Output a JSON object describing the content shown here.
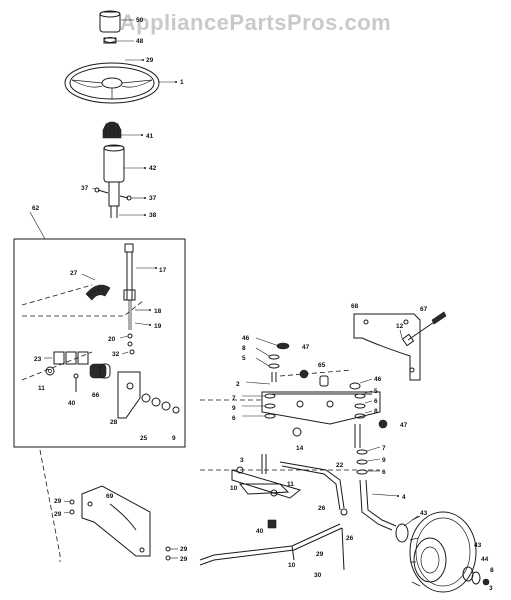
{
  "watermark": "AppliancePartsPros.com",
  "callouts": {
    "c_steering_cap": "50",
    "c_steering_cap_nut": "48",
    "c_wheel_nut": "29",
    "c_steering_wheel": "1",
    "c_gear_top": "41",
    "c_shaft_tube": "42",
    "c_bolt_left": "37",
    "c_bolt_right": "37",
    "c_lower_pin": "38",
    "c_box_assembly": "62",
    "c_shaft_17": "17",
    "c_gear_27": "27",
    "c_pin_18": "18",
    "c_pin_19": "19",
    "c_pin_20": "20",
    "c_pin_32": "32",
    "c_bushing_23": "23",
    "c_washer_11": "11",
    "c_bolt_40": "40",
    "c_collar_66": "66",
    "c_bracket_28": "28",
    "c_washer_25": "25",
    "c_washer_9": "9",
    "c_bracket_right": "68",
    "c_nut_12": "12",
    "c_bolt_67": "67",
    "c_bushing_46": "46",
    "c_washer_8a": "8",
    "c_washer_5a": "5",
    "c_spindle_2": "2",
    "c_washer_7a": "7",
    "c_washer_9a": "9",
    "c_washer_6a": "6",
    "c_nut_47a": "47",
    "c_grease_65": "65",
    "c_axle_14": "14",
    "c_bushing_46b": "46",
    "c_washer_5b": "5",
    "c_washer_6b": "6",
    "c_washer_8b": "8",
    "c_nut_47b": "47",
    "c_washer_7b": "7",
    "c_washer_9b": "9",
    "c_washer_6c": "6",
    "c_spindle_4": "4",
    "c_drag_link_22": "22",
    "c_pin_3": "3",
    "c_bolt_10": "10",
    "c_nut_11b": "11",
    "c_bolt_40b": "40",
    "c_cotter_26": "26",
    "c_tie_rod_30": "30",
    "c_cotter_26b": "26",
    "c_cotter_29": "29",
    "c_bracket_left": "69",
    "c_bolt_29a": "29",
    "c_bolt_29b": "29",
    "c_bolt_29c": "29",
    "c_bolt_29d": "29",
    "c_tie_rod_10": "10",
    "c_tire_43a": "43",
    "c_tire_43b": "43",
    "c_tire_44": "44",
    "c_nut_8": "8",
    "c_cap_3": "3"
  }
}
